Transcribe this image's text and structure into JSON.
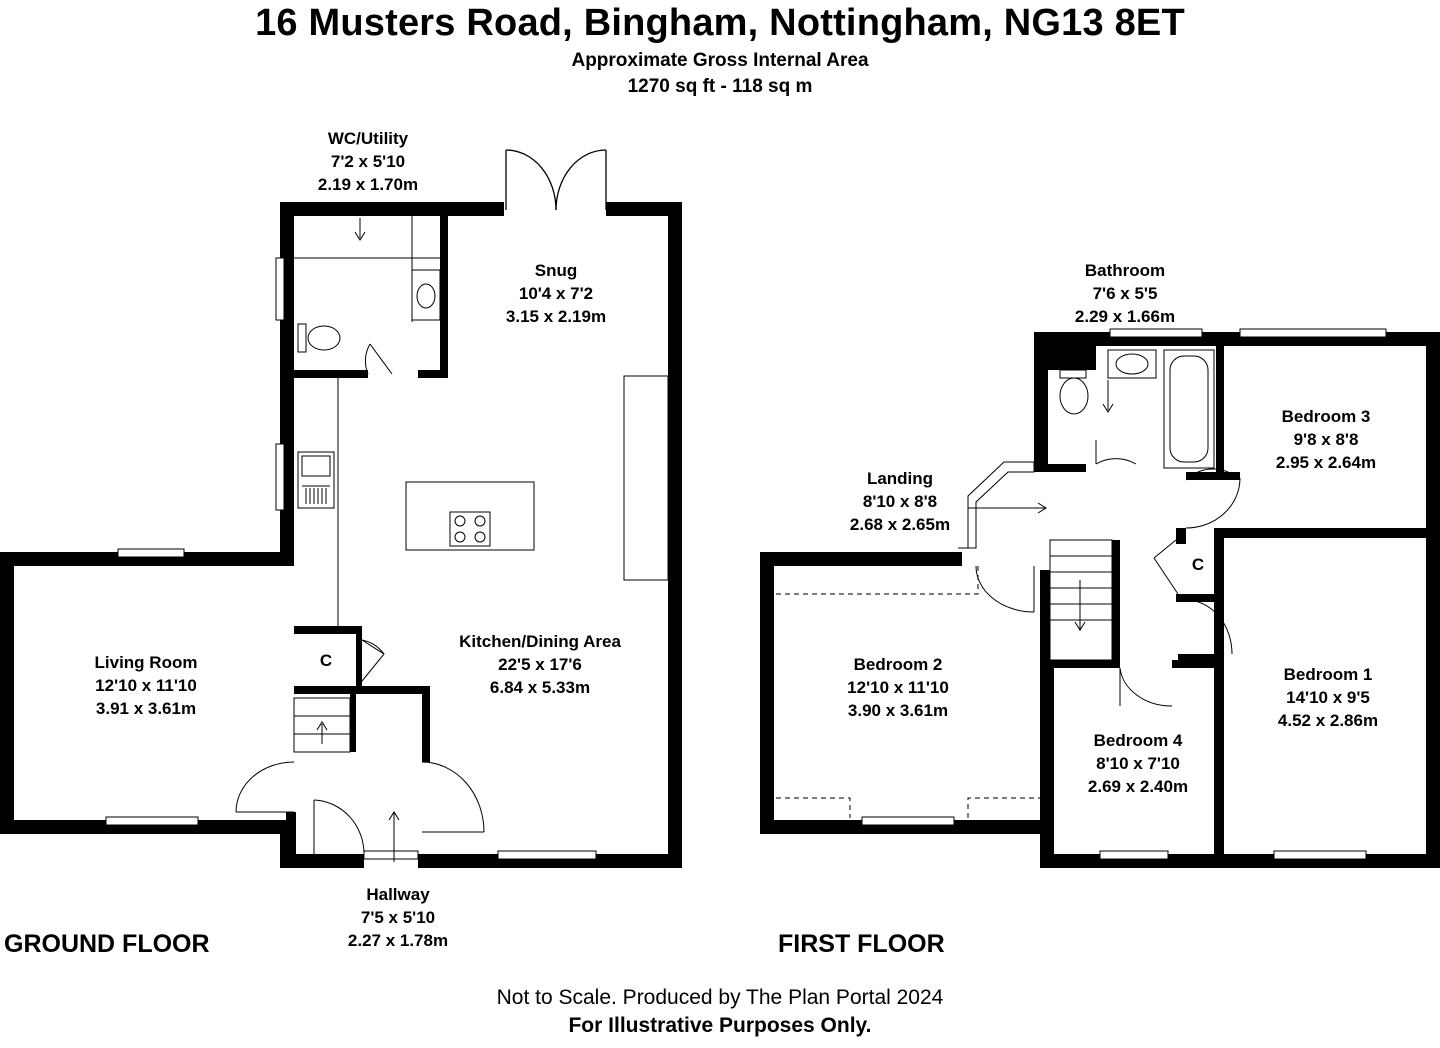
{
  "header": {
    "title": "16 Musters Road, Bingham, Nottingham, NG13 8ET",
    "area_label": "Approximate Gross Internal Area",
    "area_value": "1270 sq ft - 118 sq m"
  },
  "ground_floor": {
    "label": "GROUND FLOOR",
    "rooms": {
      "wc": {
        "name": "WC/Utility",
        "imperial": "7'2 x 5'10",
        "metric": "2.19 x 1.70m"
      },
      "snug": {
        "name": "Snug",
        "imperial": "10'4 x 7'2",
        "metric": "3.15 x 2.19m"
      },
      "kitchen": {
        "name": "Kitchen/Dining Area",
        "imperial": "22'5 x 17'6",
        "metric": "6.84 x 5.33m"
      },
      "living": {
        "name": "Living Room",
        "imperial": "12'10 x 11'10",
        "metric": "3.91 x 3.61m"
      },
      "hallway": {
        "name": "Hallway",
        "imperial": "7'5 x 5'10",
        "metric": "2.27 x 1.78m"
      },
      "cupboard": {
        "name": "C"
      }
    }
  },
  "first_floor": {
    "label": "FIRST FLOOR",
    "rooms": {
      "bathroom": {
        "name": "Bathroom",
        "imperial": "7'6 x 5'5",
        "metric": "2.29 x 1.66m"
      },
      "bedroom3": {
        "name": "Bedroom 3",
        "imperial": "9'8 x 8'8",
        "metric": "2.95 x 2.64m"
      },
      "landing": {
        "name": "Landing",
        "imperial": "8'10 x 8'8",
        "metric": "2.68 x 2.65m"
      },
      "bedroom2": {
        "name": "Bedroom 2",
        "imperial": "12'10 x 11'10",
        "metric": "3.90 x 3.61m"
      },
      "bedroom4": {
        "name": "Bedroom 4",
        "imperial": "8'10 x 7'10",
        "metric": "2.69 x 2.40m"
      },
      "bedroom1": {
        "name": "Bedroom 1",
        "imperial": "14'10 x 9'5",
        "metric": "4.52 x 2.86m"
      },
      "cupboard": {
        "name": "C"
      }
    }
  },
  "footer": {
    "line1": "Not to Scale. Produced by The Plan Portal 2024",
    "line2": "For Illustrative Purposes Only."
  }
}
